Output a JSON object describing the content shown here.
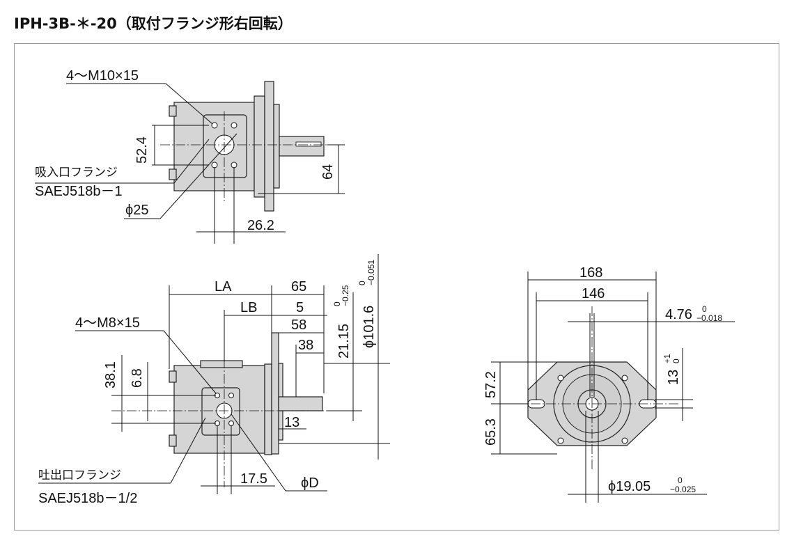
{
  "title": "IPH-3B-＊-20（取付フランジ形右回転）",
  "top_view": {
    "bolt_note": "4～M10×15",
    "dim_52_4": "52.4",
    "dim_64": "64",
    "dim_26_2": "26.2",
    "suction_label": "吸入口フランジ",
    "suction_std": "SAEJ518b－1",
    "dia_25": "ϕ25"
  },
  "side_view": {
    "dim_LA": "LA",
    "dim_LB": "LB",
    "dim_65": "65",
    "dim_5": "5",
    "dim_58": "58",
    "dim_38": "38",
    "dim_13": "13",
    "dim_17_5": "17.5",
    "dim_38_1": "38.1",
    "dim_6_8": "6.8",
    "bolt_note": "4～M8×15",
    "dim_21_15": "21.15",
    "tol_21_15_upper": "0",
    "tol_21_15_lower": "−0.25",
    "dim_101_6": "ϕ101.6",
    "tol_101_6_upper": "0",
    "tol_101_6_lower": "−0.051",
    "discharge_label": "吐出口フランジ",
    "discharge_std": "SAEJ518b－1/2",
    "dia_D": "ϕD"
  },
  "front_view": {
    "dim_168": "168",
    "dim_146": "146",
    "dim_4_76": "4.76",
    "tol_4_76_upper": "0",
    "tol_4_76_lower": "−0.018",
    "dim_13": "13",
    "tol_13_upper": "+1",
    "tol_13_lower": "0",
    "dim_57_2": "57.2",
    "dim_65_3": "65.3",
    "dim_19_05": "ϕ19.05",
    "tol_19_05_upper": "0",
    "tol_19_05_lower": "−0.025"
  }
}
